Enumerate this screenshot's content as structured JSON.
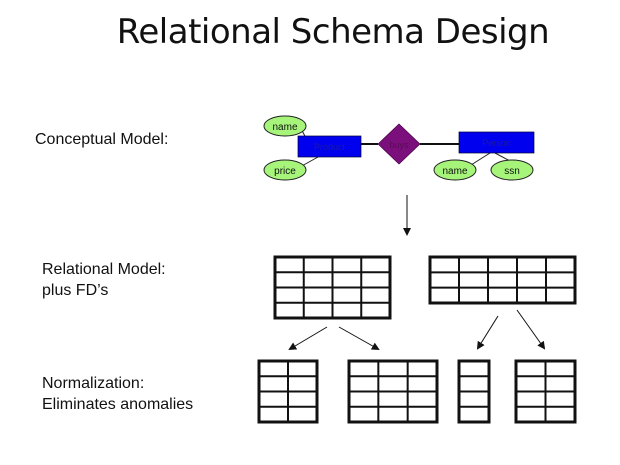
{
  "title": "Relational Schema Design",
  "labels": {
    "conceptual": "Conceptual Model:",
    "relational_line1": "Relational Model:",
    "relational_line2": "plus FD’s",
    "normalization_line1": "Normalization:",
    "normalization_line2": "Eliminates anomalies"
  },
  "er_diagram": {
    "entities": [
      {
        "id": "product",
        "label": "Product"
      },
      {
        "id": "person",
        "label": "Person"
      }
    ],
    "relationship": {
      "label": "buys"
    },
    "attributes": [
      {
        "entity": "product",
        "label": "name"
      },
      {
        "entity": "product",
        "label": "price"
      },
      {
        "entity": "person",
        "label": "name"
      },
      {
        "entity": "person",
        "label": "ssn"
      }
    ]
  },
  "colors": {
    "entity_fill": "#0000ee",
    "relationship_fill": "#7b0f7b",
    "attribute_fill": "#a6f57a",
    "line": "#111111"
  },
  "relational_tables": [
    {
      "id": "relation-1",
      "columns": 4,
      "rows": 4
    },
    {
      "id": "relation-2",
      "columns": 5,
      "rows": 3
    }
  ],
  "normalized_tables": [
    {
      "id": "normalized-1",
      "from": "relation-1",
      "columns": 2,
      "rows": 4
    },
    {
      "id": "normalized-2",
      "from": "relation-1",
      "columns": 3,
      "rows": 4
    },
    {
      "id": "normalized-3",
      "from": "relation-2",
      "columns": 1,
      "rows": 4
    },
    {
      "id": "normalized-4",
      "from": "relation-2",
      "columns": 2,
      "rows": 4
    }
  ]
}
